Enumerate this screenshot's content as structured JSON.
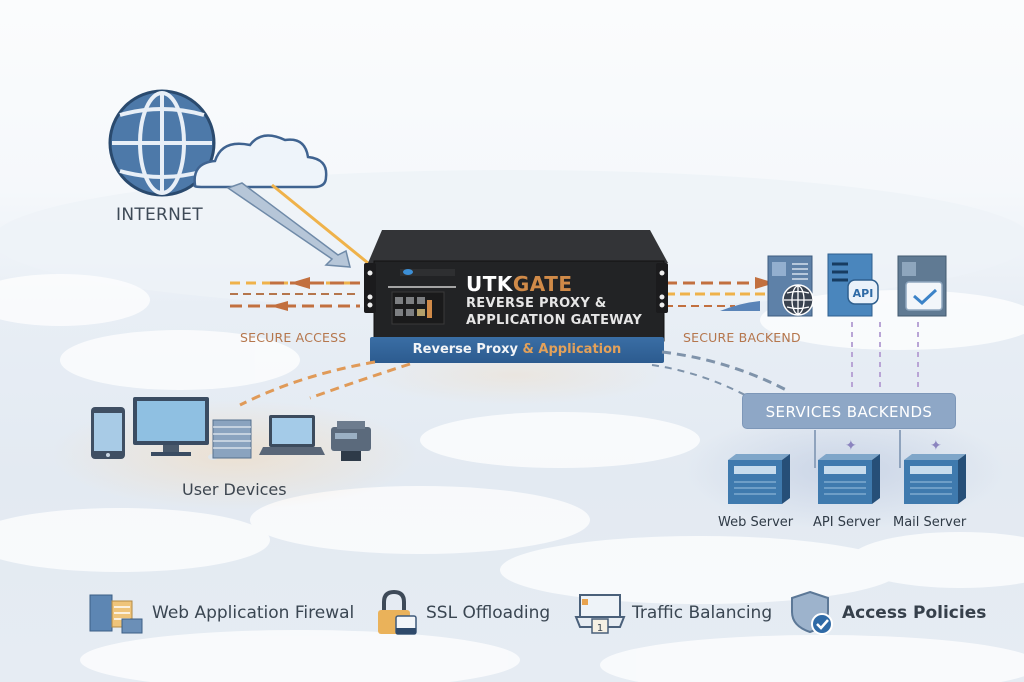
{
  "internet": {
    "label": "INTERNET"
  },
  "appliance": {
    "brand_primary": "UTK",
    "brand_accent": "GATE",
    "subtitle_line1": "REVERSE PROXY &",
    "subtitle_line2": "APPLICATION GATEWAY",
    "banner_primary": "Reverse Proxy",
    "banner_accent": "& Application"
  },
  "flows": {
    "left_label": "SECURE ACCESS",
    "right_label": "SECURE BACKEND"
  },
  "user_devices": {
    "label": "User Devices",
    "devices": [
      "tablet",
      "desktop-monitor",
      "server-rack",
      "laptop",
      "printer"
    ]
  },
  "backend_icons": [
    "web-server",
    "api-server",
    "verified-server"
  ],
  "backend_api_badge": "API",
  "services": {
    "title": "SERVICES BACKENDS",
    "servers": [
      {
        "label": "Web Server"
      },
      {
        "label": "API Server"
      },
      {
        "label": "Mail Server"
      }
    ]
  },
  "features": [
    {
      "label": "Web Application Firewal",
      "icon": "firewall-servers-icon"
    },
    {
      "label": "SSL Offloading",
      "icon": "padlock-icon"
    },
    {
      "label": "Traffic Balancing",
      "icon": "balancer-icon"
    },
    {
      "label": "Access Policies",
      "icon": "shield-check-icon"
    }
  ],
  "colors": {
    "accent_orange": "#d08a48",
    "flow_orange": "#c2703f",
    "flow_yellow": "#efb24a",
    "brand_blue": "#2c5b8f",
    "services_blue": "#8ea7c6",
    "appliance_dark": "#262729"
  }
}
